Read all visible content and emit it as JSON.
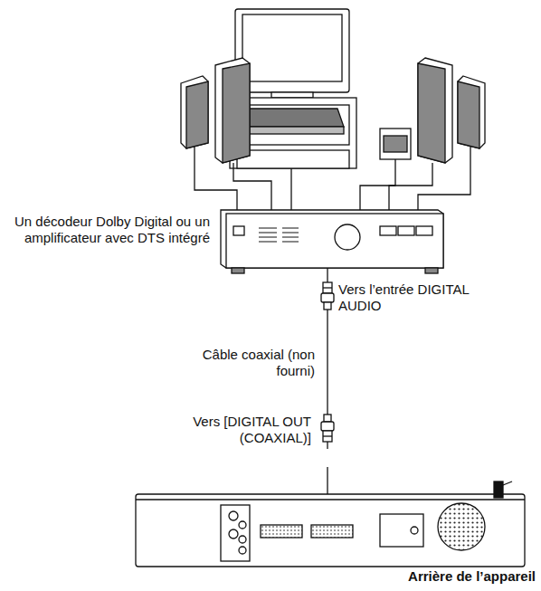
{
  "diagram": {
    "labels": [
      "Un décodeur Dolby Digital ou un amplificateur avec DTS intégré",
      "Vers l’entrée DIGITAL AUDIO",
      "Câble coaxial (non fourni)",
      "Vers [DIGITAL OUT (COAXIAL)]",
      "Arrière de l’appareil"
    ]
  }
}
